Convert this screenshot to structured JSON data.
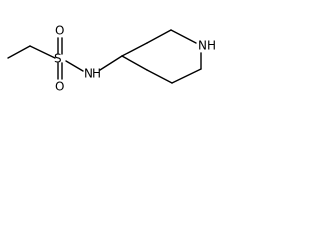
{
  "molecule": {
    "atoms": {
      "S": "S",
      "O_top": "O",
      "O_bottom": "O",
      "NH_amide": "N",
      "H_amide": "H",
      "NH_ring": "NH"
    }
  },
  "colors": {
    "bond": "#000000",
    "label": "#000000",
    "background": "#ffffff"
  }
}
